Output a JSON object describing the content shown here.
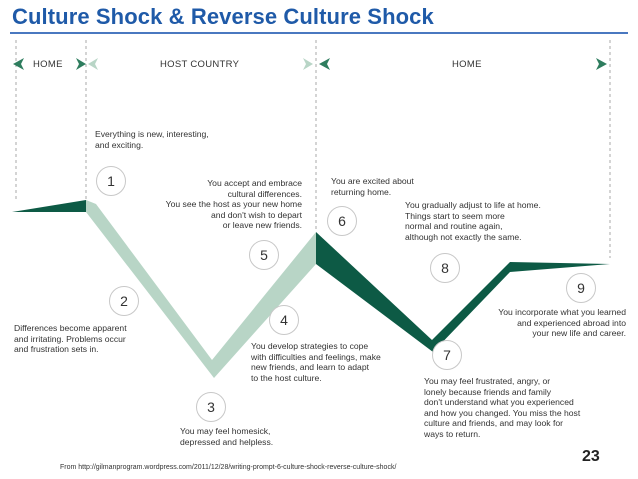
{
  "title": "Culture Shock & Reverse Culture Shock",
  "sections": {
    "home_left": "HOME",
    "host_country": "HOST COUNTRY",
    "home_right": "HOME"
  },
  "colors": {
    "title": "#1f5aa8",
    "culture_shock_band": "#b8d5c6",
    "reverse_shock_band": "#0d5a45"
  },
  "steps": [
    {
      "number": "1",
      "text": "Everything is new, interesting,\nand exciting."
    },
    {
      "number": "2",
      "text": "Differences become apparent\nand irritating.  Problems occur\nand frustration sets in."
    },
    {
      "number": "3",
      "text": "You may feel homesick,\ndepressed and helpless."
    },
    {
      "number": "4",
      "text": "You develop strategies to cope\nwith difficulties and feelings, make\nnew friends, and learn to adapt\nto the host culture."
    },
    {
      "number": "5",
      "text": "You accept and embrace\ncultural differences.\nYou see the host as your new home\nand don't wish to depart\nor leave new friends."
    },
    {
      "number": "6",
      "text": "You are excited about\nreturning home."
    },
    {
      "number": "7",
      "text": "You may feel frustrated, angry, or\nlonely because friends and family\ndon't understand what you experienced\nand how you changed.  You miss the host\nculture and friends, and may look for\nways to return."
    },
    {
      "number": "8",
      "text": "You gradually adjust to life at home.\nThings start to seem more\nnormal and routine again,\nalthough not exactly the same."
    },
    {
      "number": "9",
      "text": "You incorporate what you learned\nand experienced abroad into\nyour new life and career."
    }
  ],
  "source": "From http://gilmanprogram.wordpress.com/2011/12/28/writing-prompt-6-culture-shock-reverse-culture-shock/",
  "page_number": "23"
}
